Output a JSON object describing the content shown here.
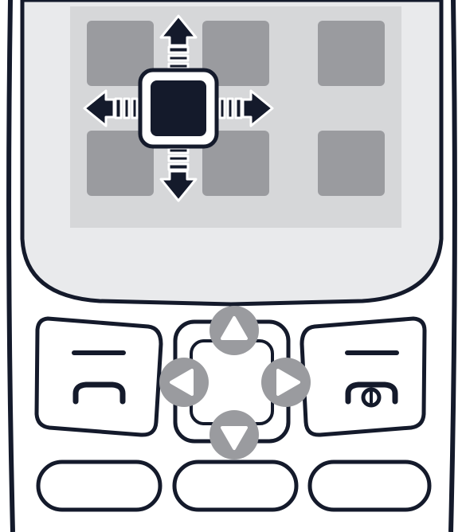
{
  "illustration": {
    "subject": "feature-phone-navigation",
    "colors": {
      "outline": "#141a2b",
      "screen_bezel": "#e9eaec",
      "screen_panel": "#d6d7d9",
      "tile": "#9a9b9f",
      "selected_tile": "#141a2b",
      "selection_ring": "#ffffff",
      "key_face": "#ffffff",
      "dpad_circle": "#9a9b9f",
      "dpad_arrow": "#ffffff"
    },
    "screen": {
      "grid": {
        "columns": 3,
        "rows": 2
      },
      "selected_tile": {
        "column": 1,
        "row": 1
      },
      "move_arrows": [
        "up",
        "down",
        "left",
        "right"
      ]
    },
    "keys": {
      "left_soft_key": "call-icon",
      "right_soft_key": "power-end-icon",
      "dpad_directions": [
        "up",
        "down",
        "left",
        "right"
      ],
      "bottom_keys_count": 3
    }
  }
}
